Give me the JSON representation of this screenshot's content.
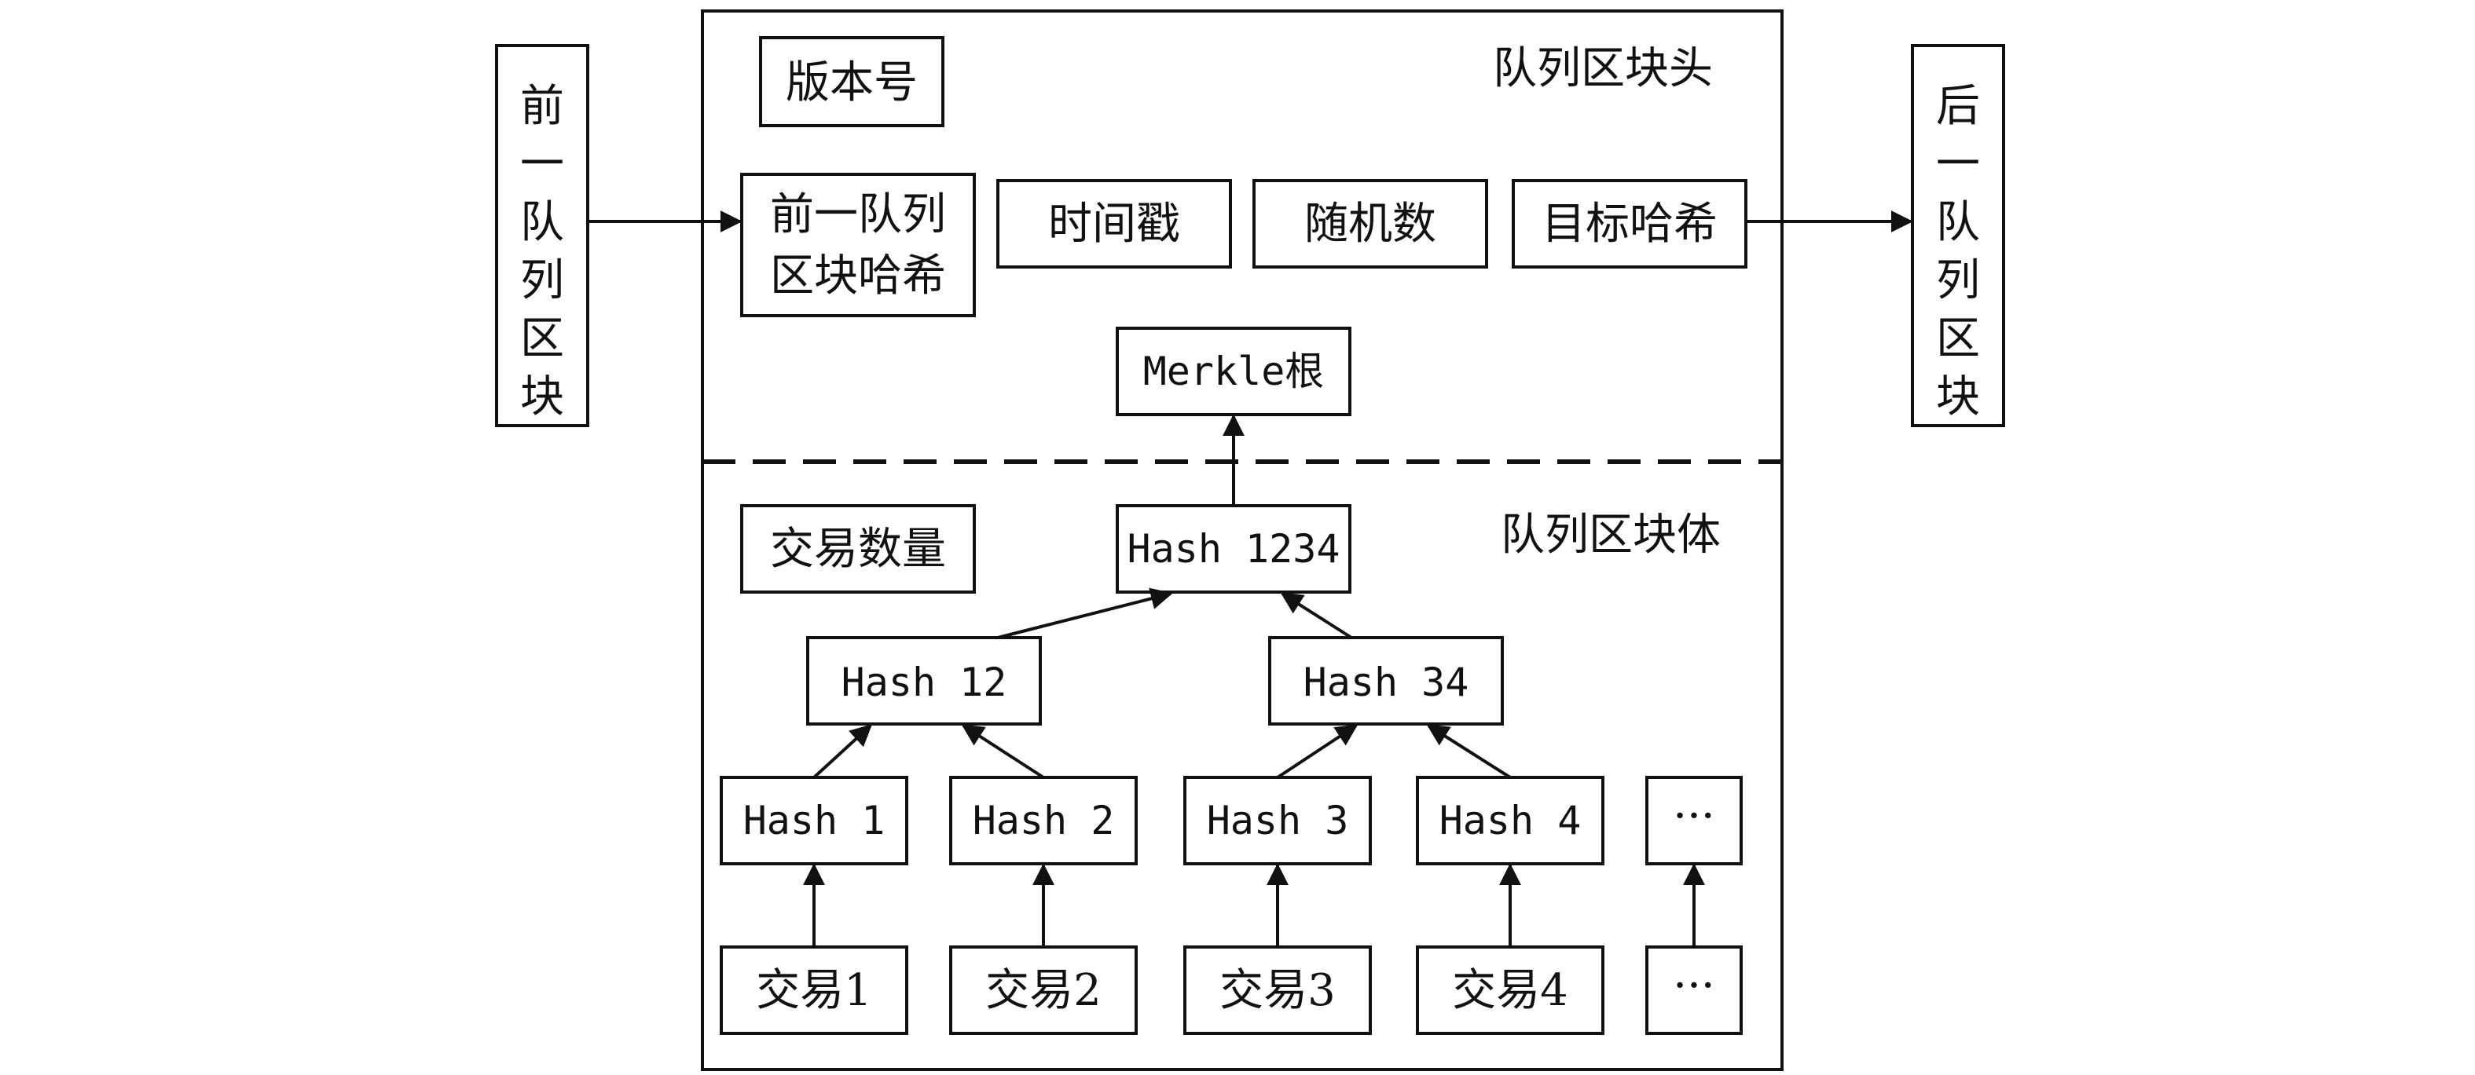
{
  "outer": {
    "prev_block": [
      "前",
      "一",
      "队",
      "列",
      "区",
      "块"
    ],
    "next_block": [
      "后",
      "一",
      "队",
      "列",
      "区",
      "块"
    ]
  },
  "header": {
    "title": "队列区块头",
    "version": "版本号",
    "prev_hash_line1": "前一队列",
    "prev_hash_line2": "区块哈希",
    "timestamp": "时间戳",
    "nonce": "随机数",
    "target_hash": "目标哈希",
    "merkle_root": "Merkle根"
  },
  "body": {
    "title": "队列区块体",
    "tx_count": "交易数量",
    "hash_1234": "Hash 1234",
    "hash_12": "Hash 12",
    "hash_34": "Hash 34",
    "hash_1": "Hash 1",
    "hash_2": "Hash 2",
    "hash_3": "Hash 3",
    "hash_4": "Hash 4",
    "hash_more": "···",
    "tx_1": "交易1",
    "tx_2": "交易2",
    "tx_3": "交易3",
    "tx_4": "交易4",
    "tx_more": "···"
  }
}
